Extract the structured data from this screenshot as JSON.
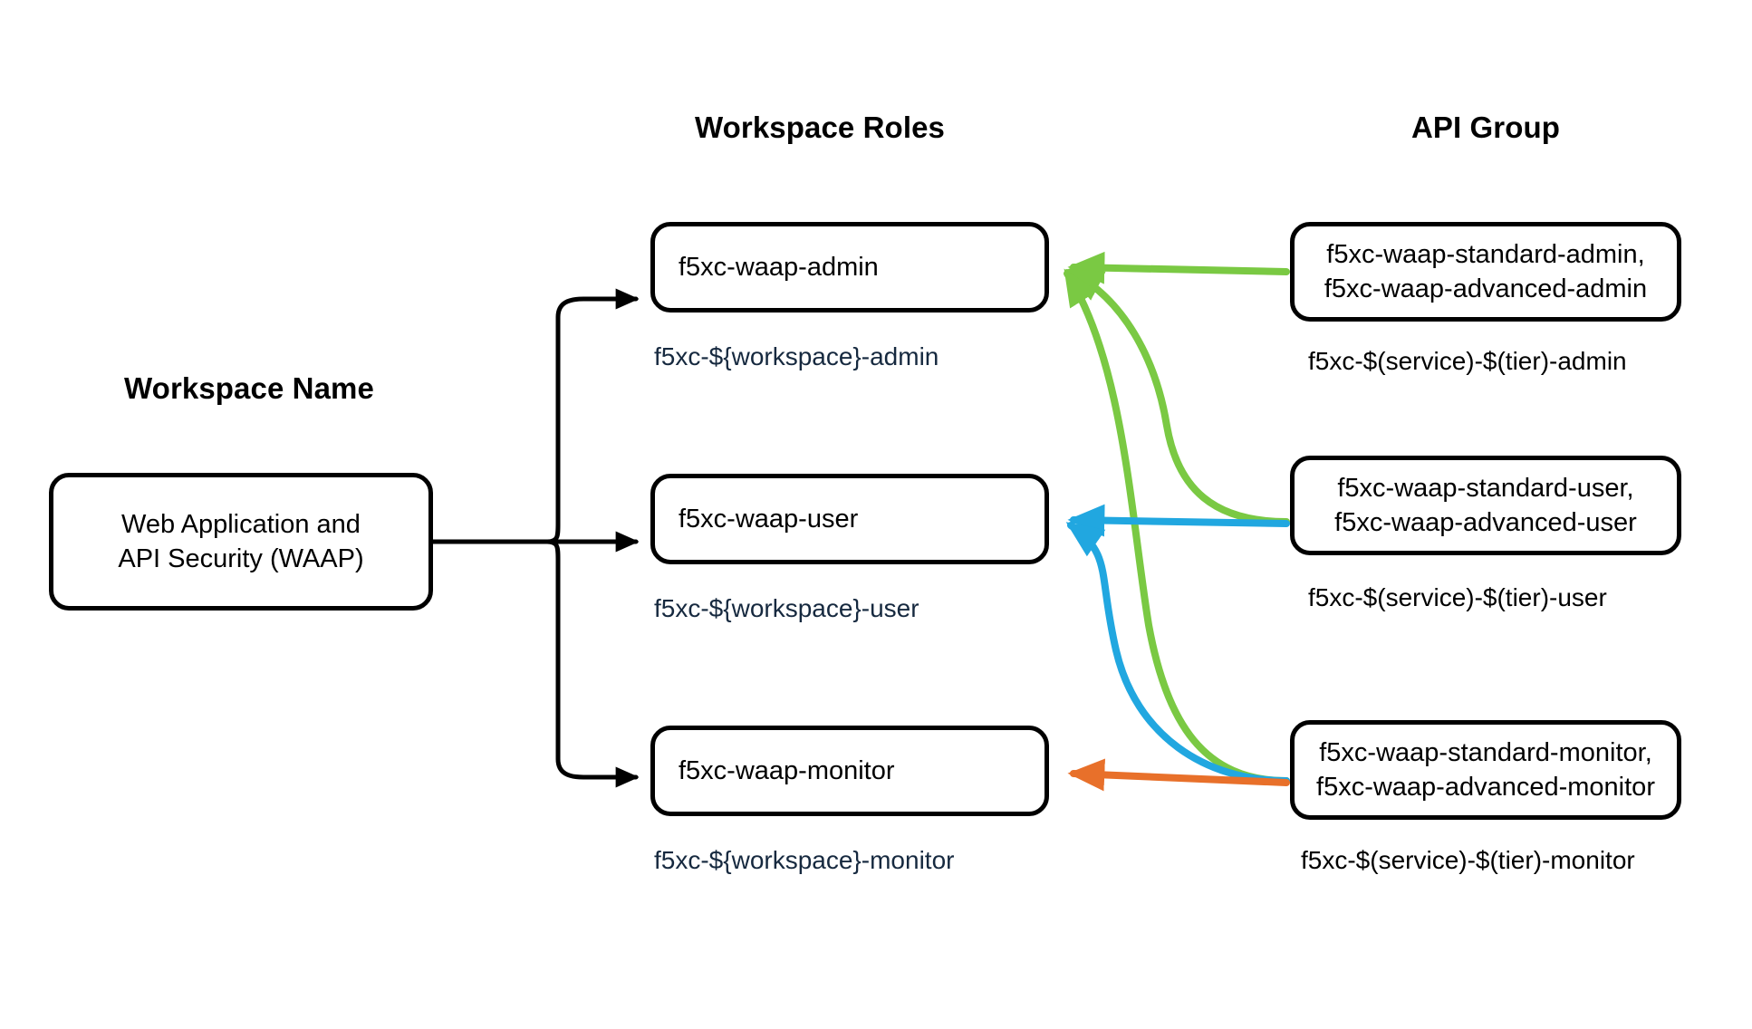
{
  "diagram": {
    "title_workspace_name": "Workspace Name",
    "title_workspace_roles": "Workspace Roles",
    "title_api_group": "API Group",
    "colors": {
      "green": "#7ac943",
      "blue": "#21a7e0",
      "orange": "#e8702a",
      "black": "#000000",
      "caption_navy": "#16293f",
      "background": "#ffffff"
    }
  },
  "workspace": {
    "name_box": "Web Application and\nAPI Security (WAAP)"
  },
  "roles": [
    {
      "box": "f5xc-waap-admin",
      "caption": "f5xc-${workspace}-admin"
    },
    {
      "box": "f5xc-waap-user",
      "caption": "f5xc-${workspace}-user"
    },
    {
      "box": "f5xc-waap-monitor",
      "caption": "f5xc-${workspace}-monitor"
    }
  ],
  "api_groups": [
    {
      "box": "f5xc-waap-standard-admin,\nf5xc-waap-advanced-admin",
      "caption": "f5xc-$(service)-$(tier)-admin"
    },
    {
      "box": "f5xc-waap-standard-user,\nf5xc-waap-advanced-user",
      "caption": "f5xc-$(service)-$(tier)-user"
    },
    {
      "box": "f5xc-waap-standard-monitor,\nf5xc-waap-advanced-monitor",
      "caption": "f5xc-$(service)-$(tier)-monitor"
    }
  ]
}
